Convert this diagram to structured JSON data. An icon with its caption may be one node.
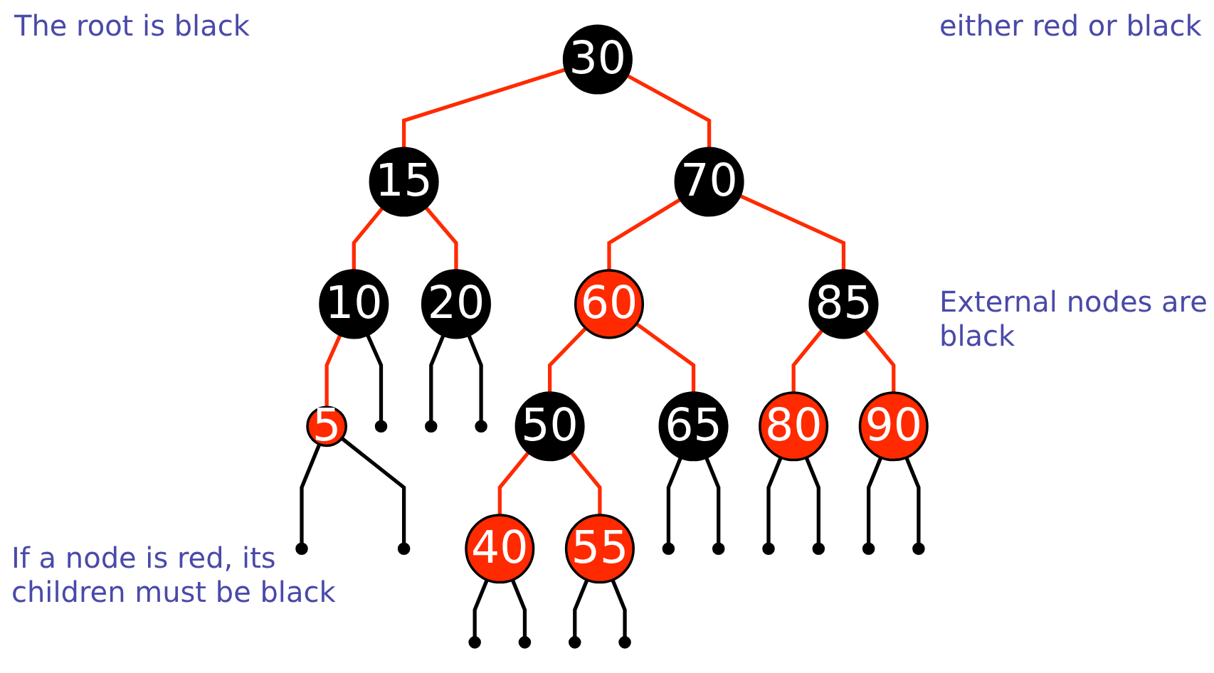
{
  "diagram": {
    "nodes": [
      {
        "text": [
          "30"
        ]
      },
      {
        "text": [
          "15"
        ]
      },
      {
        "text": [
          "70"
        ]
      },
      {
        "text": [
          "10"
        ]
      },
      {
        "text": [
          "20"
        ]
      },
      {
        "text": [
          "60"
        ]
      },
      {
        "text": [
          "85"
        ]
      },
      {
        "text": [
          "5"
        ]
      },
      {
        "text": [],
        "shape": "circle"
      },
      {
        "text": [],
        "shape": "circle"
      },
      {
        "text": [],
        "shape": "circle"
      },
      {
        "text": [
          "50"
        ]
      },
      {
        "text": [
          "65"
        ]
      },
      {
        "text": [
          "80"
        ]
      },
      {
        "text": [
          "90"
        ]
      },
      {
        "text": [],
        "shape": "circle"
      },
      {
        "text": [],
        "shape": "circle"
      },
      {
        "text": [
          "40"
        ]
      },
      {
        "text": [
          "55"
        ]
      },
      {
        "text": [],
        "shape": "circle"
      },
      {
        "text": [],
        "shape": "circle"
      },
      {
        "text": [],
        "shape": "circle"
      },
      {
        "text": [],
        "shape": "circle"
      },
      {
        "text": [],
        "shape": "circle"
      },
      {
        "text": [],
        "shape": "circle"
      },
      {
        "text": [],
        "shape": "circle"
      },
      {
        "text": [],
        "shape": "circle"
      },
      {
        "text": [],
        "shape": "circle"
      },
      {
        "text": [],
        "shape": "circle"
      }
    ],
    "edges": [
      {
        "from": 0,
        "to": 1,
        "arrow": "none",
        "color": "#ff2a00"
      },
      {
        "from": 0,
        "to": 2,
        "arrow": "none",
        "color": "#ff2a00"
      },
      {
        "from": 1,
        "to": 3,
        "arrow": "none",
        "color": "#ff2a00"
      },
      {
        "from": 1,
        "to": 4,
        "arrow": "none",
        "color": "#ff2a00"
      },
      {
        "from": 2,
        "to": 5,
        "arrow": "none",
        "color": "#ff2a00"
      },
      {
        "from": 2,
        "to": 6,
        "arrow": "none",
        "color": "#ff2a00"
      },
      {
        "from": 3,
        "to": 7,
        "arrow": "none",
        "color": "#ff2a00"
      },
      {
        "from": 3,
        "to": 8,
        "arrow": "none"
      },
      {
        "from": 4,
        "to": 9,
        "arrow": "none"
      },
      {
        "from": 4,
        "to": 10,
        "arrow": "none"
      },
      {
        "from": 5,
        "to": 11,
        "arrow": "none",
        "color": "#ff2a00"
      },
      {
        "from": 5,
        "to": 12,
        "arrow": "none",
        "color": "#ff2a00"
      },
      {
        "from": 6,
        "to": 13,
        "arrow": "none",
        "color": "#ff2a00"
      },
      {
        "from": 6,
        "to": 14,
        "arrow": "none",
        "color": "#ff2a00"
      },
      {
        "from": 7,
        "to": 15,
        "arrow": "none"
      },
      {
        "from": 7,
        "to": 16,
        "arrow": "none"
      },
      {
        "from": 11,
        "to": 17,
        "arrow": "none",
        "color": "#ff2a00"
      },
      {
        "from": 11,
        "to": 18,
        "arrow": "none",
        "color": "#ff2a00"
      },
      {
        "from": 12,
        "to": 19,
        "arrow": "none"
      },
      {
        "from": 12,
        "to": 20,
        "arrow": "none"
      },
      {
        "from": 13,
        "to": 21,
        "arrow": "none"
      },
      {
        "from": 13,
        "to": 22,
        "arrow": "none"
      },
      {
        "from": 14,
        "to": 23,
        "arrow": "none"
      },
      {
        "from": 14,
        "to": 24,
        "arrow": "none"
      },
      {
        "from": 17,
        "to": 25,
        "arrow": "none"
      },
      {
        "from": 17,
        "to": 26,
        "arrow": "none"
      },
      {
        "from": 18,
        "to": 27,
        "arrow": "none"
      },
      {
        "from": 18,
        "to": 28,
        "arrow": "none"
      }
    ],
    "labels": [
      "The root is black",
      "either red or black",
      "External nodes are black",
      "If a node is red, its children must be black"
    ]
  }
}
